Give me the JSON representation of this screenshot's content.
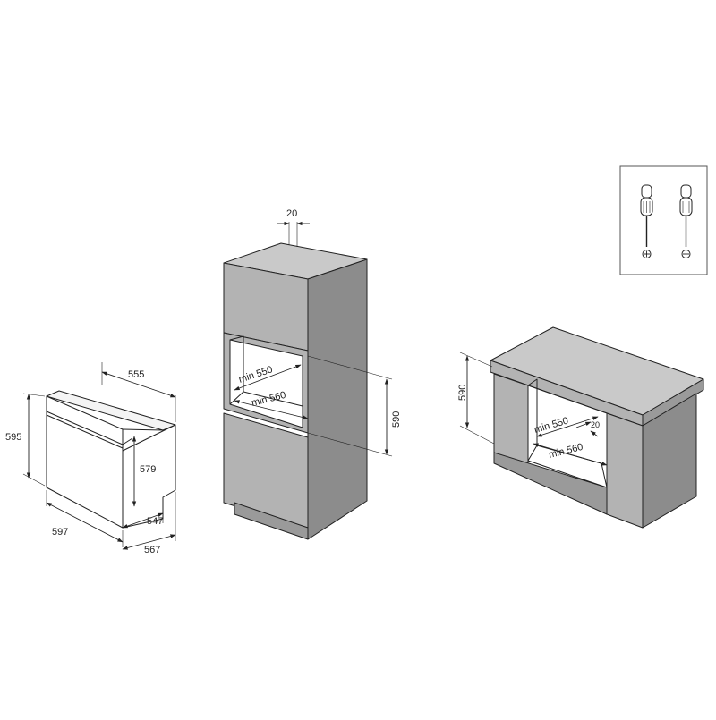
{
  "colors": {
    "line": "#222222",
    "cabinet_front": "#b3b3b3",
    "cabinet_side": "#8c8c8c",
    "cabinet_top": "#c9c9c9",
    "niche_back": "#ffffff",
    "panel_border": "#555555"
  },
  "oven": {
    "width": "597",
    "height": "595",
    "body_height": "579",
    "depth_top": "555",
    "depth_body": "547",
    "depth_total": "567"
  },
  "column_unit": {
    "top_gap": "20",
    "niche_width": "min 550",
    "niche_depth": "min 560",
    "niche_height": "590"
  },
  "undercounter_unit": {
    "niche_height": "590",
    "niche_width": "min 550",
    "niche_depth": "min 560",
    "rear_gap": "20"
  },
  "tools_panel": {
    "icons": [
      "phillips-screwdriver-icon",
      "flathead-screwdriver-icon"
    ]
  }
}
